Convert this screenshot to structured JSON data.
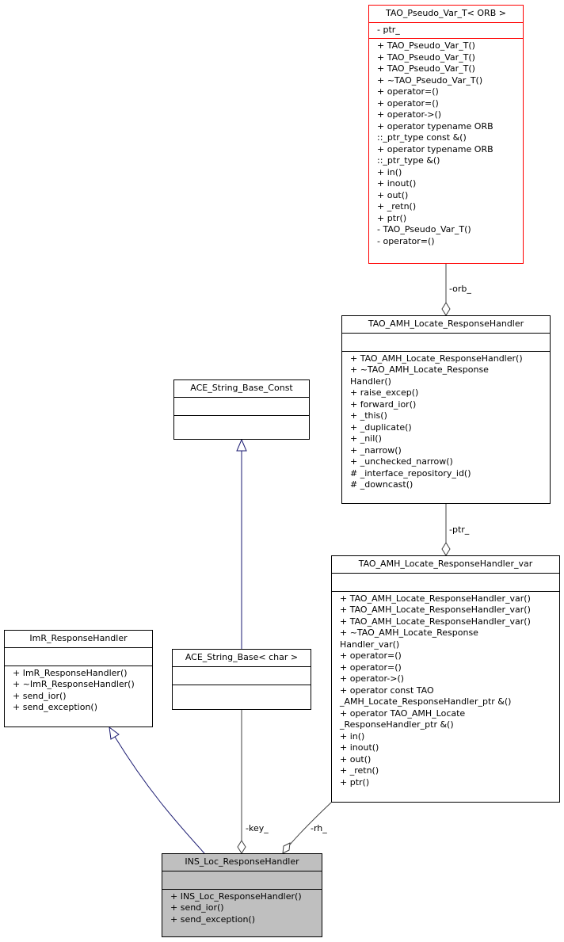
{
  "classes": {
    "pseudo_var": {
      "name": "TAO_Pseudo_Var_T< ORB >",
      "attributes": [
        "- ptr_"
      ],
      "methods": [
        "+ TAO_Pseudo_Var_T()",
        "+ TAO_Pseudo_Var_T()",
        "+ TAO_Pseudo_Var_T()",
        "+ ~TAO_Pseudo_Var_T()",
        "+ operator=()",
        "+ operator=()",
        "+ operator->()",
        "+ operator typename ORB",
        "::_ptr_type const &()",
        "+ operator typename ORB",
        "::_ptr_type &()",
        "+ in()",
        "+ inout()",
        "+ out()",
        "+ _retn()",
        "+ ptr()",
        "- TAO_Pseudo_Var_T()",
        "- operator=()"
      ]
    },
    "amh_handler": {
      "name": "TAO_AMH_Locate_ResponseHandler",
      "attributes": [],
      "methods": [
        "+ TAO_AMH_Locate_ResponseHandler()",
        "+ ~TAO_AMH_Locate_Response",
        "Handler()",
        "+ raise_excep()",
        "+ forward_ior()",
        "+ _this()",
        "+ _duplicate()",
        "+ _nil()",
        "+ _narrow()",
        "+ _unchecked_narrow()",
        "# _interface_repository_id()",
        "# _downcast()"
      ]
    },
    "string_base_const": {
      "name": "ACE_String_Base_Const",
      "attributes": [],
      "methods": []
    },
    "amh_handler_var": {
      "name": "TAO_AMH_Locate_ResponseHandler_var",
      "attributes": [],
      "methods": [
        "+ TAO_AMH_Locate_ResponseHandler_var()",
        "+ TAO_AMH_Locate_ResponseHandler_var()",
        "+ TAO_AMH_Locate_ResponseHandler_var()",
        "+ ~TAO_AMH_Locate_Response",
        "Handler_var()",
        "+ operator=()",
        "+ operator=()",
        "+ operator->()",
        "+ operator const TAO",
        "_AMH_Locate_ResponseHandler_ptr &()",
        "+ operator TAO_AMH_Locate",
        "_ResponseHandler_ptr &()",
        "+ in()",
        "+ inout()",
        "+ out()",
        "+ _retn()",
        "+ ptr()"
      ]
    },
    "imr_handler": {
      "name": "ImR_ResponseHandler",
      "attributes": [],
      "methods": [
        "+ ImR_ResponseHandler()",
        "+ ~ImR_ResponseHandler()",
        "+ send_ior()",
        "+ send_exception()"
      ]
    },
    "string_base": {
      "name": "ACE_String_Base< char >",
      "attributes": [],
      "methods": []
    },
    "ins_handler": {
      "name": "INS_Loc_ResponseHandler",
      "attributes": [],
      "methods": [
        "+ INS_Loc_ResponseHandler()",
        "+ send_ior()",
        "+ send_exception()"
      ]
    }
  },
  "edge_labels": {
    "orb": "-orb_",
    "ptr": "-ptr_",
    "key": "-key_",
    "rh": "-rh_"
  },
  "colors": {
    "inheritance": "#191970",
    "association": "#404040",
    "template_border": "#ff0000",
    "focus_fill": "#bfbfbf"
  }
}
